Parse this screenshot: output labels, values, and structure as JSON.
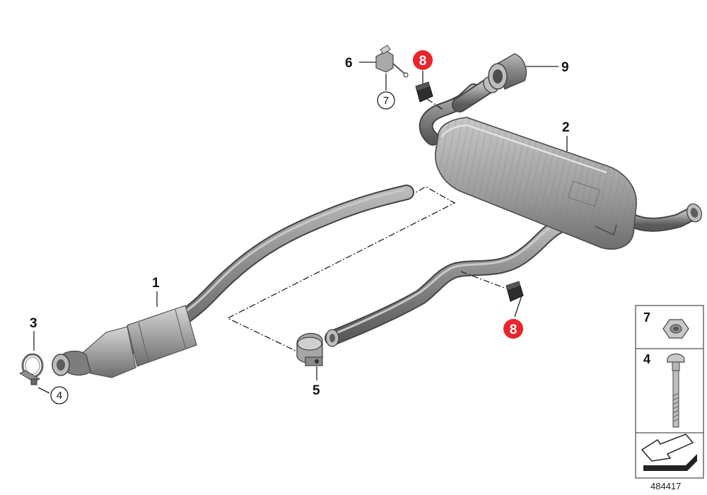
{
  "callouts": {
    "p1": "1",
    "p2": "2",
    "p3": "3",
    "p4": "4",
    "p5": "5",
    "p6": "6",
    "p7": "7",
    "p8_top": "8",
    "p8_bottom": "8",
    "p9": "9"
  },
  "side_panel": {
    "item_top": "7",
    "item_bottom": "4"
  },
  "document_number": "484417",
  "colors": {
    "highlight_badge": "#e8262b",
    "part_gray": "#8c8c8c",
    "rubber_dark": "#2e2e2e"
  }
}
